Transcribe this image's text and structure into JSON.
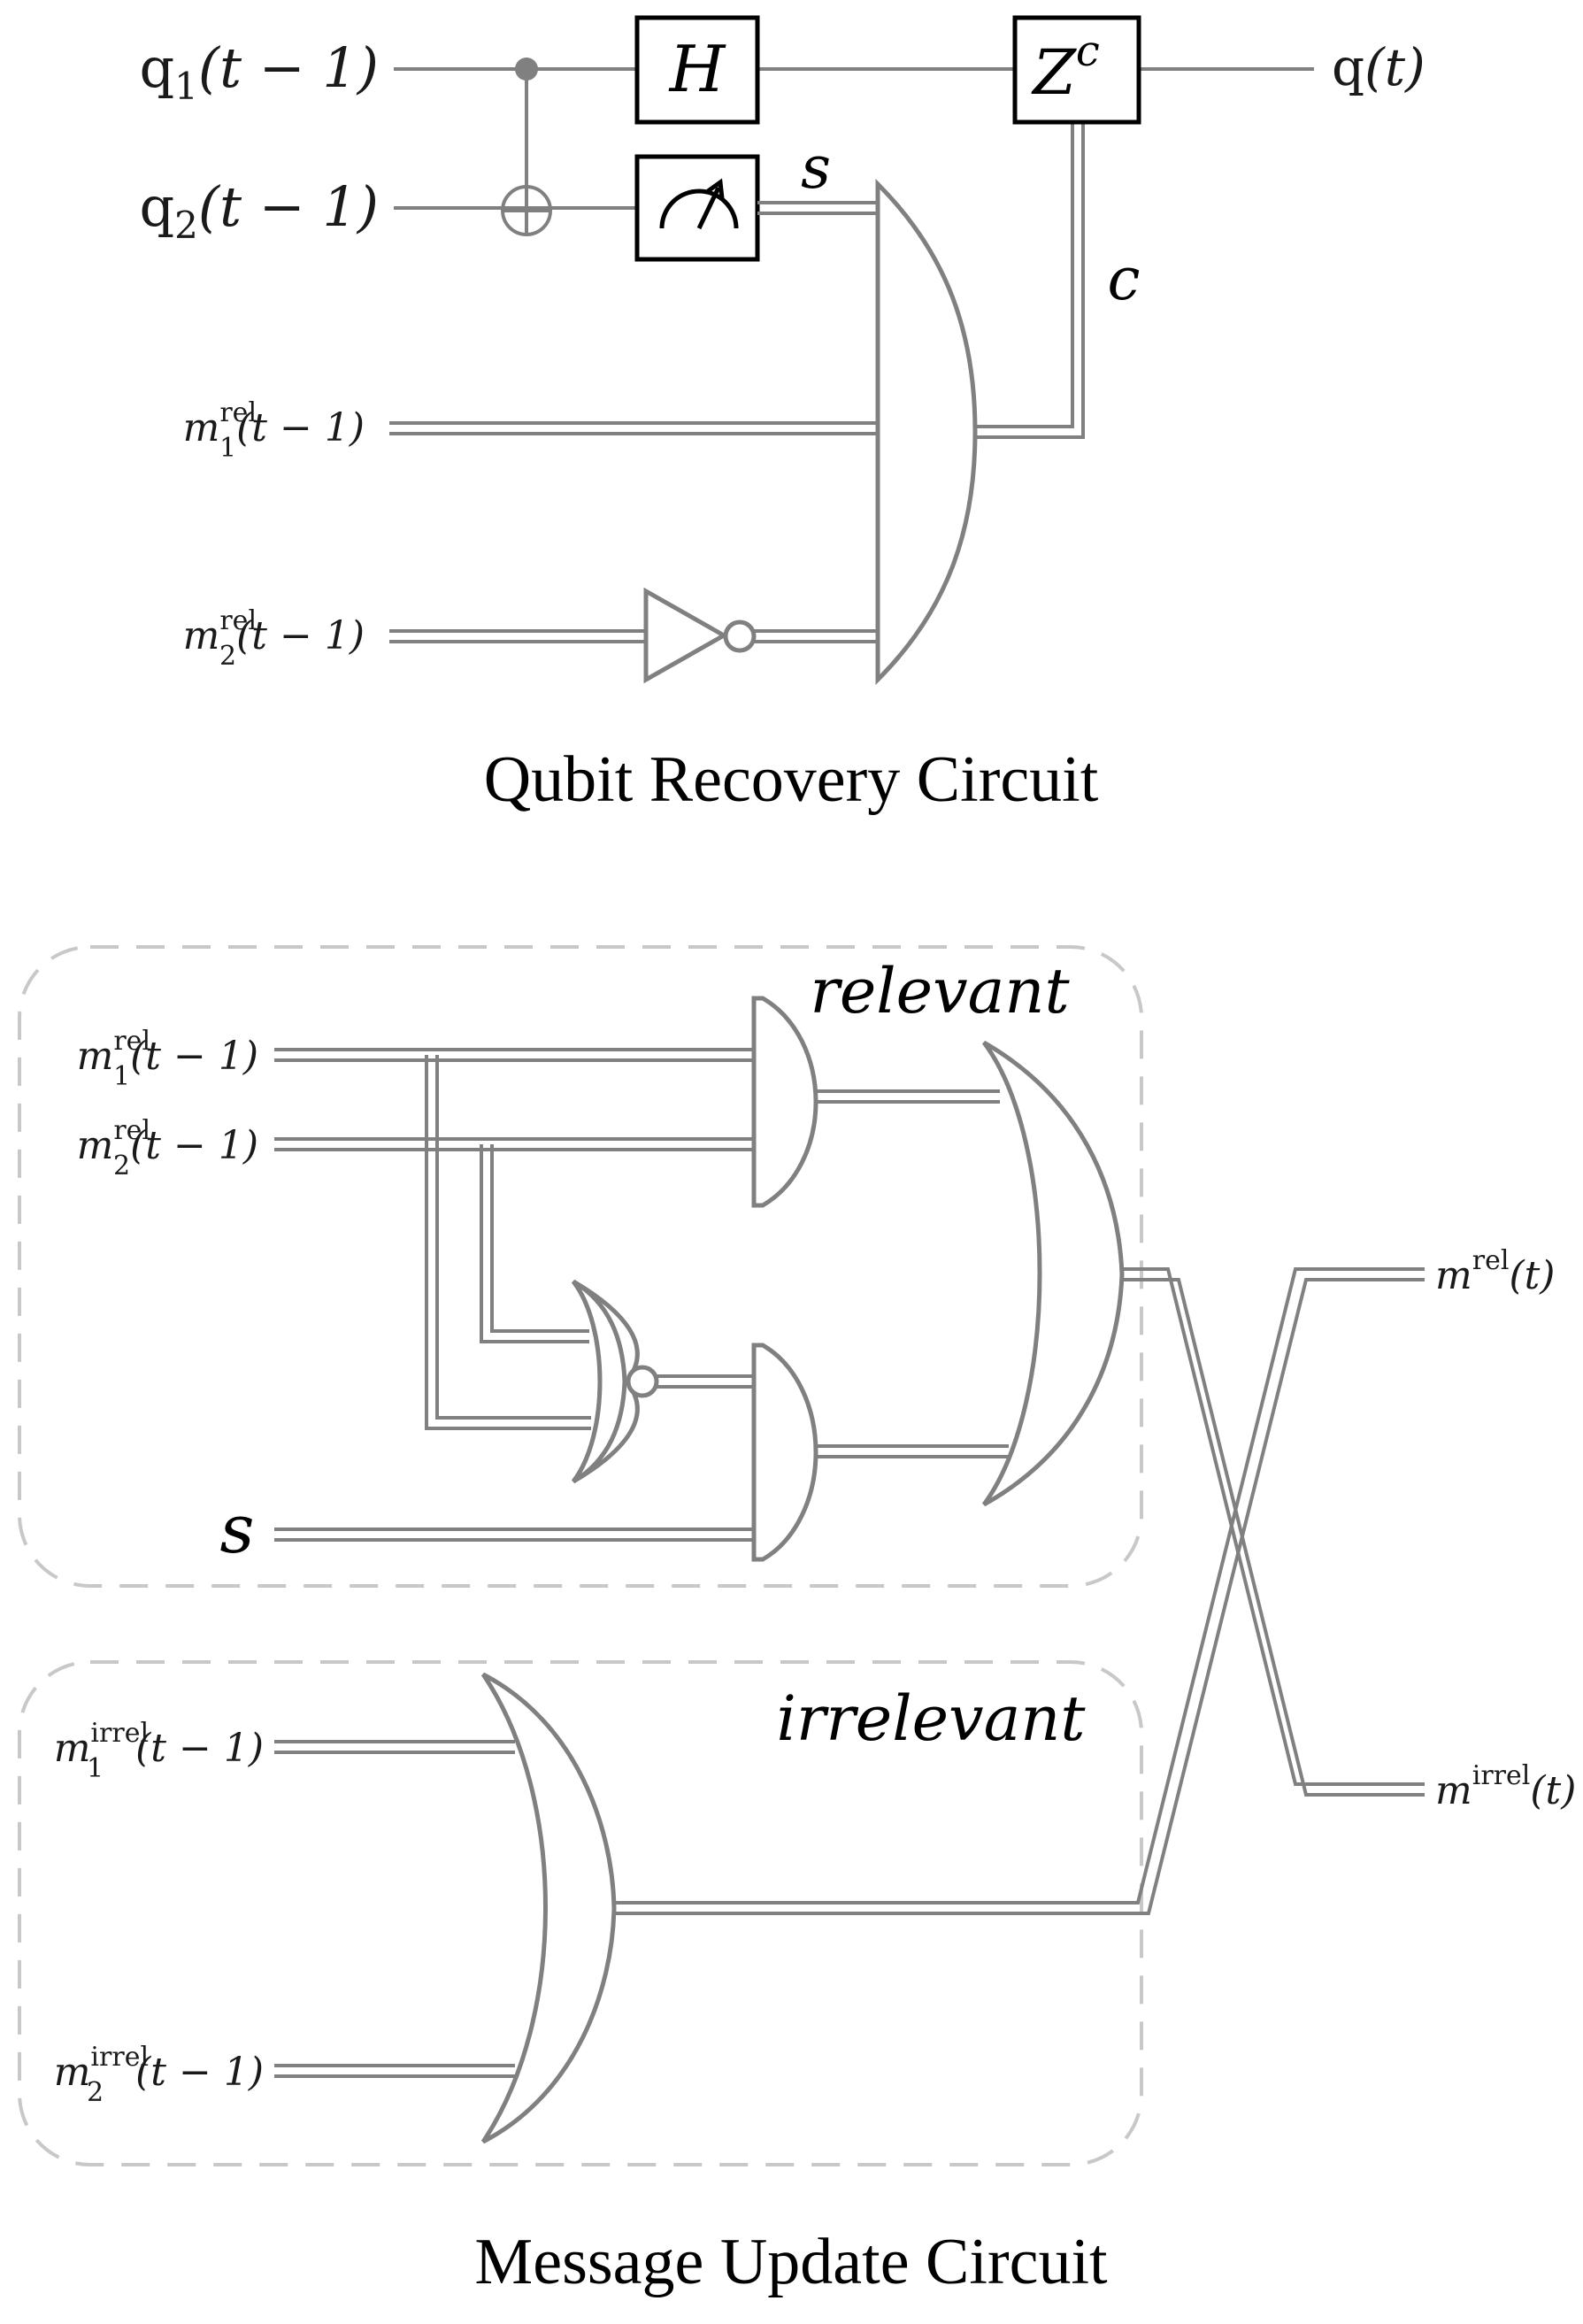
{
  "recovery": {
    "title": "Qubit Recovery Circuit",
    "inputs": {
      "q1": {
        "base": "q",
        "sub": "1",
        "arg": "(t − 1)"
      },
      "q2": {
        "base": "q",
        "sub": "2",
        "arg": "(t − 1)"
      },
      "m1": {
        "base": "m",
        "sup": "rel",
        "sub": "1",
        "arg": "(t − 1)"
      },
      "m2": {
        "base": "m",
        "sup": "rel",
        "sub": "2",
        "arg": "(t − 1)"
      }
    },
    "output": {
      "base": "q",
      "arg": "(t)"
    },
    "gates": {
      "hadamard": "H",
      "z_base": "Z",
      "z_sup": "c"
    },
    "signals": {
      "s": "s",
      "c": "c"
    }
  },
  "update": {
    "title": "Message Update Circuit",
    "relevant_label": "relevant",
    "irrelevant_label": "irrelevant",
    "inputs": {
      "m1rel": {
        "base": "m",
        "sup": "rel",
        "sub": "1",
        "arg": "(t − 1)"
      },
      "m2rel": {
        "base": "m",
        "sup": "rel",
        "sub": "2",
        "arg": "(t − 1)"
      },
      "s": "s",
      "m1irr": {
        "base": "m",
        "sup": "irrel",
        "sub": "1",
        "arg": "(t − 1)"
      },
      "m2irr": {
        "base": "m",
        "sup": "irrel",
        "sub": "2",
        "arg": "(t − 1)"
      }
    },
    "outputs": {
      "rel": {
        "base": "m",
        "sup": "rel",
        "arg": "(t)"
      },
      "irrel": {
        "base": "m",
        "sup": "irrel",
        "arg": "(t)"
      }
    }
  },
  "colors": {
    "wire": "#808080",
    "box": "#000000",
    "dash": "#c8c8c8"
  }
}
